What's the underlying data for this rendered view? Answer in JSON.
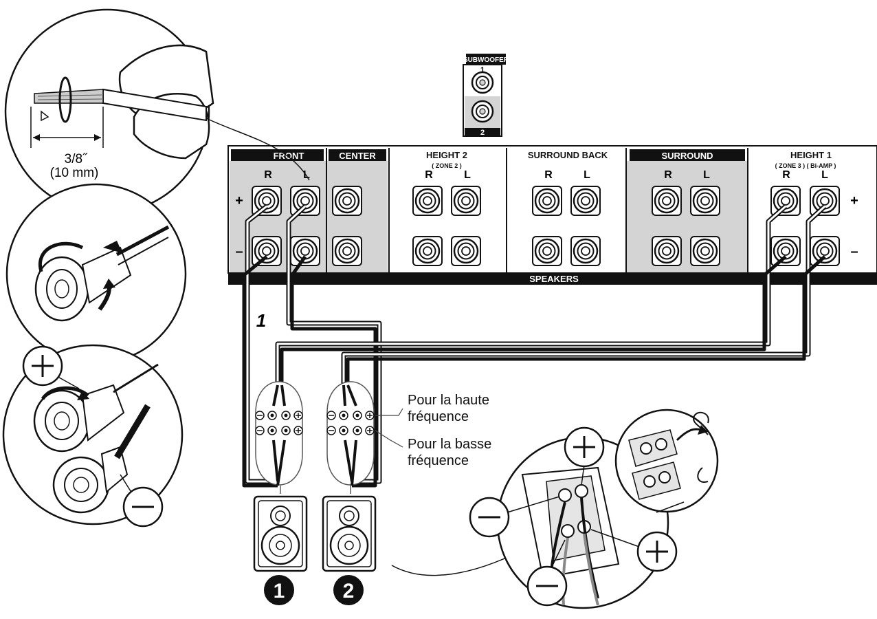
{
  "subwoofer": {
    "label": "SUBWOOFER",
    "ports": [
      "1",
      "2"
    ]
  },
  "speakers_label": "SPEAKERS",
  "sections": [
    {
      "name": "FRONT",
      "sub": "",
      "channels": [
        "R",
        "L"
      ]
    },
    {
      "name": "CENTER",
      "sub": "",
      "channels": []
    },
    {
      "name": "HEIGHT 2",
      "sub": "( ZONE 2 )",
      "channels": [
        "R",
        "L"
      ]
    },
    {
      "name": "SURROUND BACK",
      "sub": "",
      "channels": [
        "R",
        "L"
      ]
    },
    {
      "name": "SURROUND",
      "sub": "",
      "channels": [
        "R",
        "L"
      ]
    },
    {
      "name": "HEIGHT 1",
      "sub": "( ZONE 3 ) ( Bi-AMP )",
      "channels": [
        "R",
        "L"
      ]
    }
  ],
  "polarity": {
    "plus": "+",
    "minus": "–"
  },
  "wire_strip": {
    "imperial": "3/8˝",
    "metric": "(10 mm)"
  },
  "step": "1",
  "notes": {
    "high": [
      "Pour la haute",
      "fréquence"
    ],
    "low": [
      "Pour la basse",
      "fréquence"
    ]
  },
  "speaker_numbers": [
    "1",
    "2"
  ]
}
